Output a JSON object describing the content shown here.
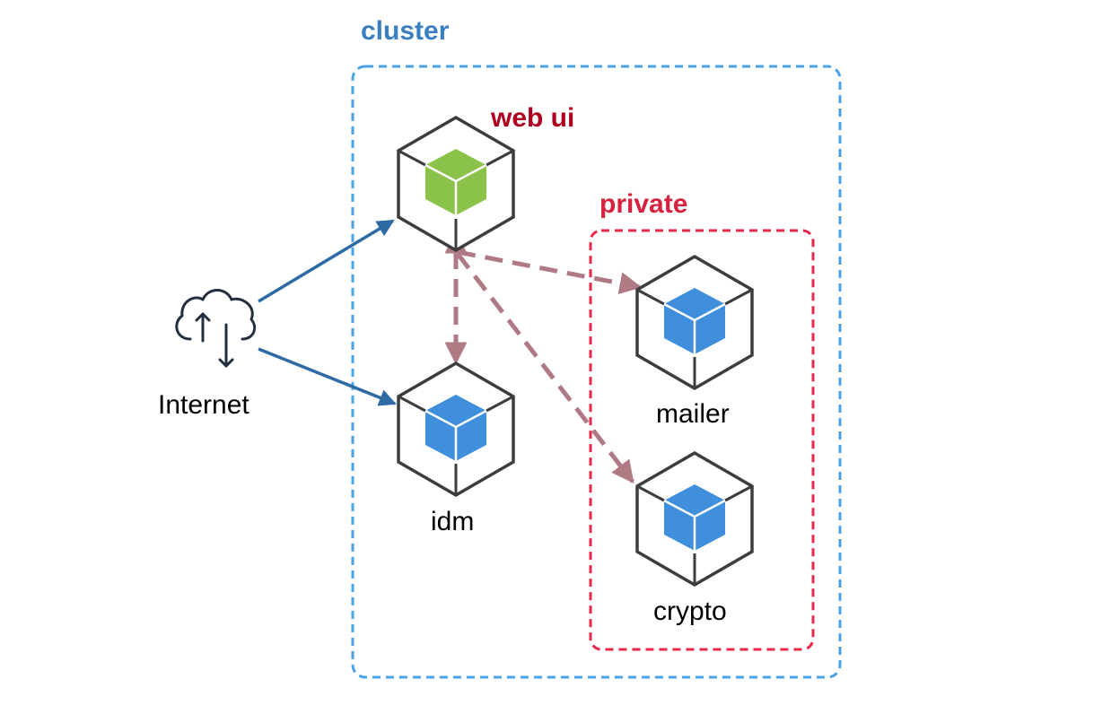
{
  "groups": {
    "cluster": {
      "label": "cluster",
      "color": "#3a7fc1",
      "border_color": "#4aa3e6"
    },
    "private": {
      "label": "private",
      "color": "#d6223f",
      "border_color": "#e8284a"
    }
  },
  "nodes": {
    "internet": {
      "label": "Internet",
      "icon": "cloud-upload-download-icon"
    },
    "web_ui": {
      "label": "web ui",
      "label_color": "#b00020",
      "icon": "container-cube-icon",
      "cube_color": "#8bc34a"
    },
    "idm": {
      "label": "idm",
      "icon": "container-cube-icon",
      "cube_color": "#3f8fdc"
    },
    "mailer": {
      "label": "mailer",
      "icon": "container-cube-icon",
      "cube_color": "#3f8fdc"
    },
    "crypto": {
      "label": "crypto",
      "icon": "container-cube-icon",
      "cube_color": "#3f8fdc"
    }
  },
  "edges": [
    {
      "from": "Internet",
      "to": "web ui",
      "style": "solid",
      "color": "#2e6aa3"
    },
    {
      "from": "Internet",
      "to": "idm",
      "style": "solid",
      "color": "#2e6aa3"
    },
    {
      "from": "web ui",
      "to": "idm",
      "style": "dashed",
      "color": "#b07a84"
    },
    {
      "from": "web ui",
      "to": "mailer",
      "style": "dashed",
      "color": "#b07a84"
    },
    {
      "from": "web ui",
      "to": "crypto",
      "style": "dashed",
      "color": "#b07a84"
    }
  ]
}
